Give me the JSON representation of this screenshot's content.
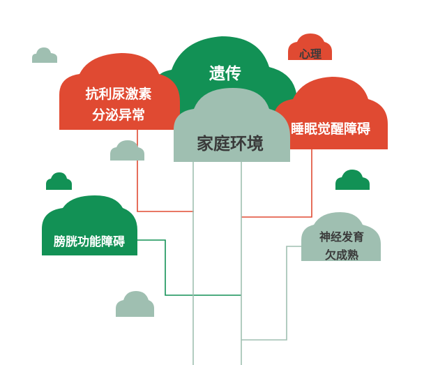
{
  "diagram": {
    "colors": {
      "green": "#129155",
      "red": "#e04a32",
      "grey_green": "#9fbfb1",
      "line_green": "#129155",
      "line_red": "#e04a32",
      "line_grey": "#9fbfb1",
      "text_light": "#ffffff",
      "text_dark": "#3a3a3a"
    },
    "labels": {
      "heredity": "遗传",
      "psychology": "心理",
      "hormone_line1": "抗利尿激素",
      "hormone_line2": "分泌异常",
      "family_environment": "家庭环境",
      "sleep_arousal": "睡眠觉醒障碍",
      "bladder": "膀胱功能障碍",
      "nervous_line1": "神经发育",
      "nervous_line2": "欠成熟"
    }
  }
}
